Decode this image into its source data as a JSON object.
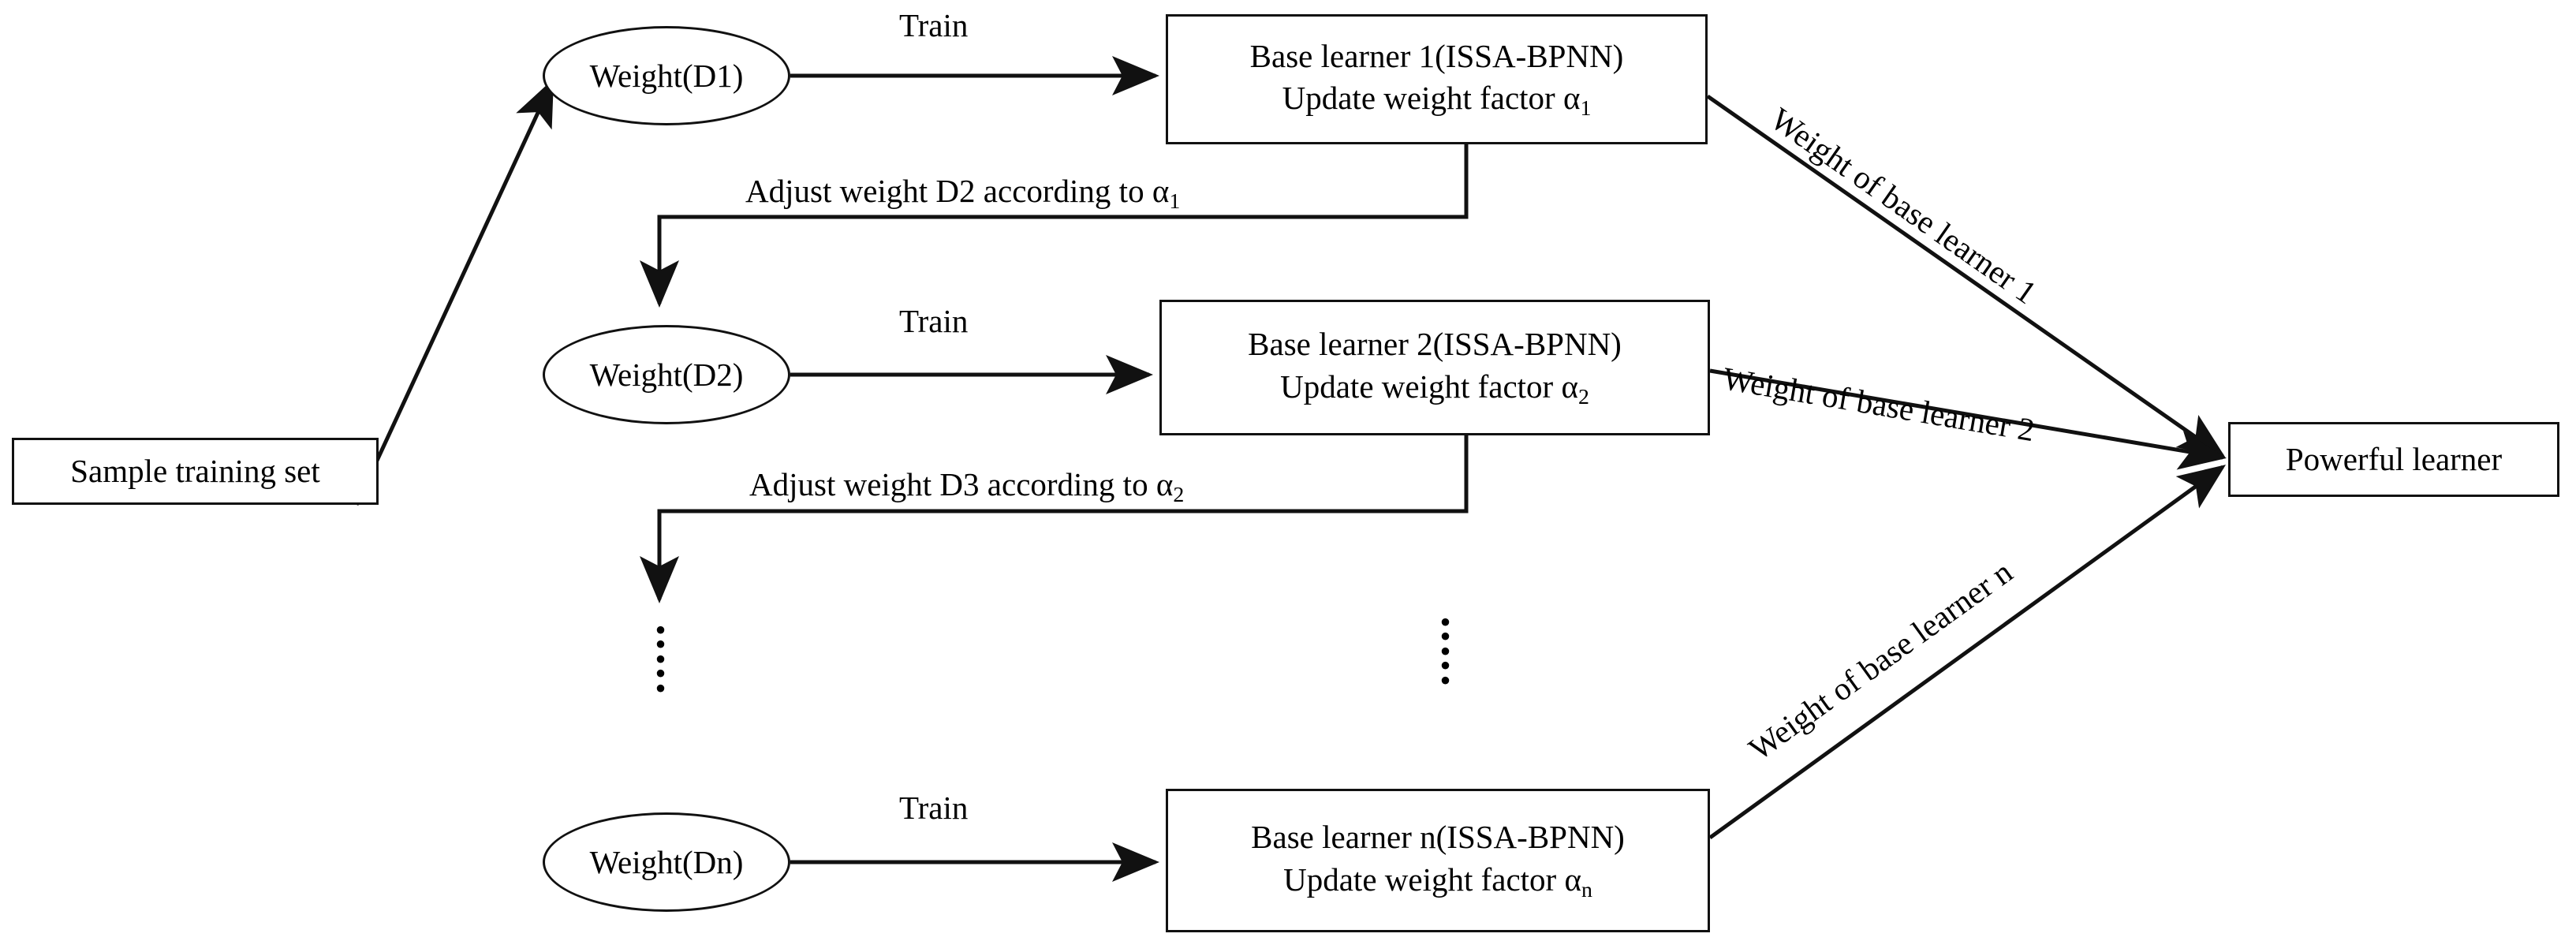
{
  "diagram": {
    "title": "AdaBoost ensemble with ISSA-BPNN base learners",
    "type": "flowchart",
    "colors": {
      "stroke": "#111111",
      "fill": "#ffffff",
      "text": "#000000"
    },
    "nodes": {
      "sample_training_set": {
        "label": "Sample training set",
        "shape": "rectangle"
      },
      "weight_d1": {
        "label": "Weight(D1)",
        "shape": "ellipse"
      },
      "weight_d2": {
        "label": "Weight(D2)",
        "shape": "ellipse"
      },
      "weight_dn": {
        "label": "Weight(Dn)",
        "shape": "ellipse"
      },
      "base_learner_1": {
        "line1": "Base learner 1(ISSA-BPNN)",
        "line2_pre": "Update weight factor α",
        "line2_sub": "1",
        "shape": "rectangle"
      },
      "base_learner_2": {
        "line1": "Base learner 2(ISSA-BPNN)",
        "line2_pre": "Update weight factor α",
        "line2_sub": "2",
        "shape": "rectangle"
      },
      "base_learner_n": {
        "line1": "Base learner n(ISSA-BPNN)",
        "line2_pre": "Update weight factor α",
        "line2_sub": "n",
        "shape": "rectangle"
      },
      "powerful_learner": {
        "label": "Powerful learner",
        "shape": "rectangle"
      }
    },
    "edge_labels": {
      "train_1": "Train",
      "train_2": "Train",
      "train_n": "Train",
      "adjust_d2_pre": "Adjust weight D2 according to α",
      "adjust_d2_sub": "1",
      "adjust_d3_pre": "Adjust weight D3 according to α",
      "adjust_d3_sub": "2",
      "weight_of_base_learner_1": "Weight of base learner 1",
      "weight_of_base_learner_2": "Weight of base learner 2",
      "weight_of_base_learner_n": "Weight of base learner n"
    },
    "ellipsis": {
      "left_dots": "⋮",
      "right_dots": "⋮"
    }
  }
}
